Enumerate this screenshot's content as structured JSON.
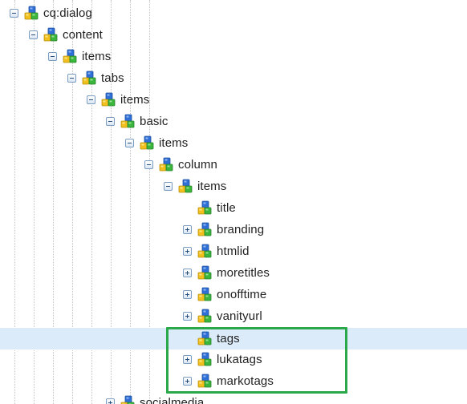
{
  "tree": {
    "nodes": [
      {
        "id": "cq-dialog",
        "label": "cq:dialog",
        "toggle": "minus"
      },
      {
        "id": "content",
        "label": "content",
        "toggle": "minus"
      },
      {
        "id": "items-1",
        "label": "items",
        "toggle": "minus"
      },
      {
        "id": "tabs",
        "label": "tabs",
        "toggle": "minus"
      },
      {
        "id": "items-2",
        "label": "items",
        "toggle": "minus"
      },
      {
        "id": "basic",
        "label": "basic",
        "toggle": "minus"
      },
      {
        "id": "items-3",
        "label": "items",
        "toggle": "minus"
      },
      {
        "id": "column",
        "label": "column",
        "toggle": "minus"
      },
      {
        "id": "items-4",
        "label": "items",
        "toggle": "minus"
      },
      {
        "id": "title",
        "label": "title",
        "toggle": "none"
      },
      {
        "id": "branding",
        "label": "branding",
        "toggle": "plus"
      },
      {
        "id": "htmlid",
        "label": "htmlid",
        "toggle": "plus"
      },
      {
        "id": "moretitles",
        "label": "moretitles",
        "toggle": "plus"
      },
      {
        "id": "onofftime",
        "label": "onofftime",
        "toggle": "plus"
      },
      {
        "id": "vanityurl",
        "label": "vanityurl",
        "toggle": "plus"
      },
      {
        "id": "tags",
        "label": "tags",
        "toggle": "none",
        "selected": true
      },
      {
        "id": "lukatags",
        "label": "lukatags",
        "toggle": "plus"
      },
      {
        "id": "markotags",
        "label": "markotags",
        "toggle": "plus"
      },
      {
        "id": "socialmedia",
        "label": "socialmedia",
        "toggle": "plus"
      }
    ]
  },
  "icons": {
    "node": "node-cubes-icon"
  },
  "colors": {
    "selection": "#dcebf9",
    "highlight_box": "#2aa84a",
    "cube_blue": "#2f6fd6",
    "cube_green": "#3bb53b",
    "cube_yellow": "#f2c01e"
  }
}
